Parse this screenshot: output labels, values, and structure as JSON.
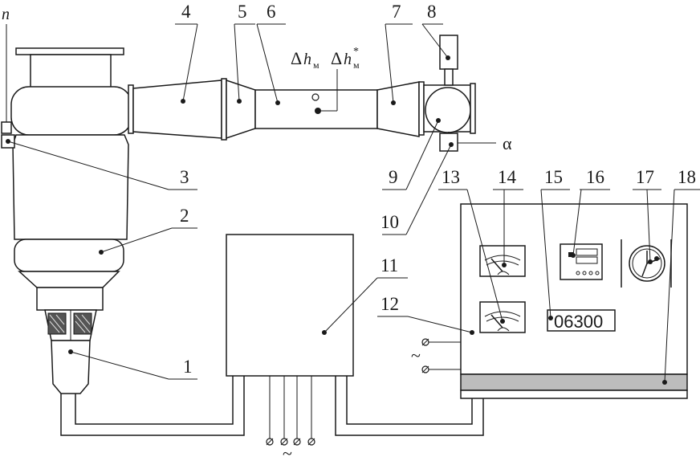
{
  "callouts": {
    "c1": "1",
    "c2": "2",
    "c3": "3",
    "c4": "4",
    "c5": "5",
    "c6": "6",
    "c7": "7",
    "c8": "8",
    "c9": "9",
    "c10": "10",
    "c11": "11",
    "c12": "12",
    "c13": "13",
    "c14": "14",
    "c15": "15",
    "c16": "16",
    "c17": "17",
    "c18": "18"
  },
  "symbols": {
    "n": "n",
    "alpha": "α",
    "delta": "Δ",
    "h": "h",
    "sub_m": "м",
    "star": "*",
    "tilde": "~"
  },
  "counter_display": {
    "value": "06300"
  },
  "colors": {
    "line": "#1a1a1a",
    "background": "#ffffff",
    "strip": "#bdbdbd"
  }
}
